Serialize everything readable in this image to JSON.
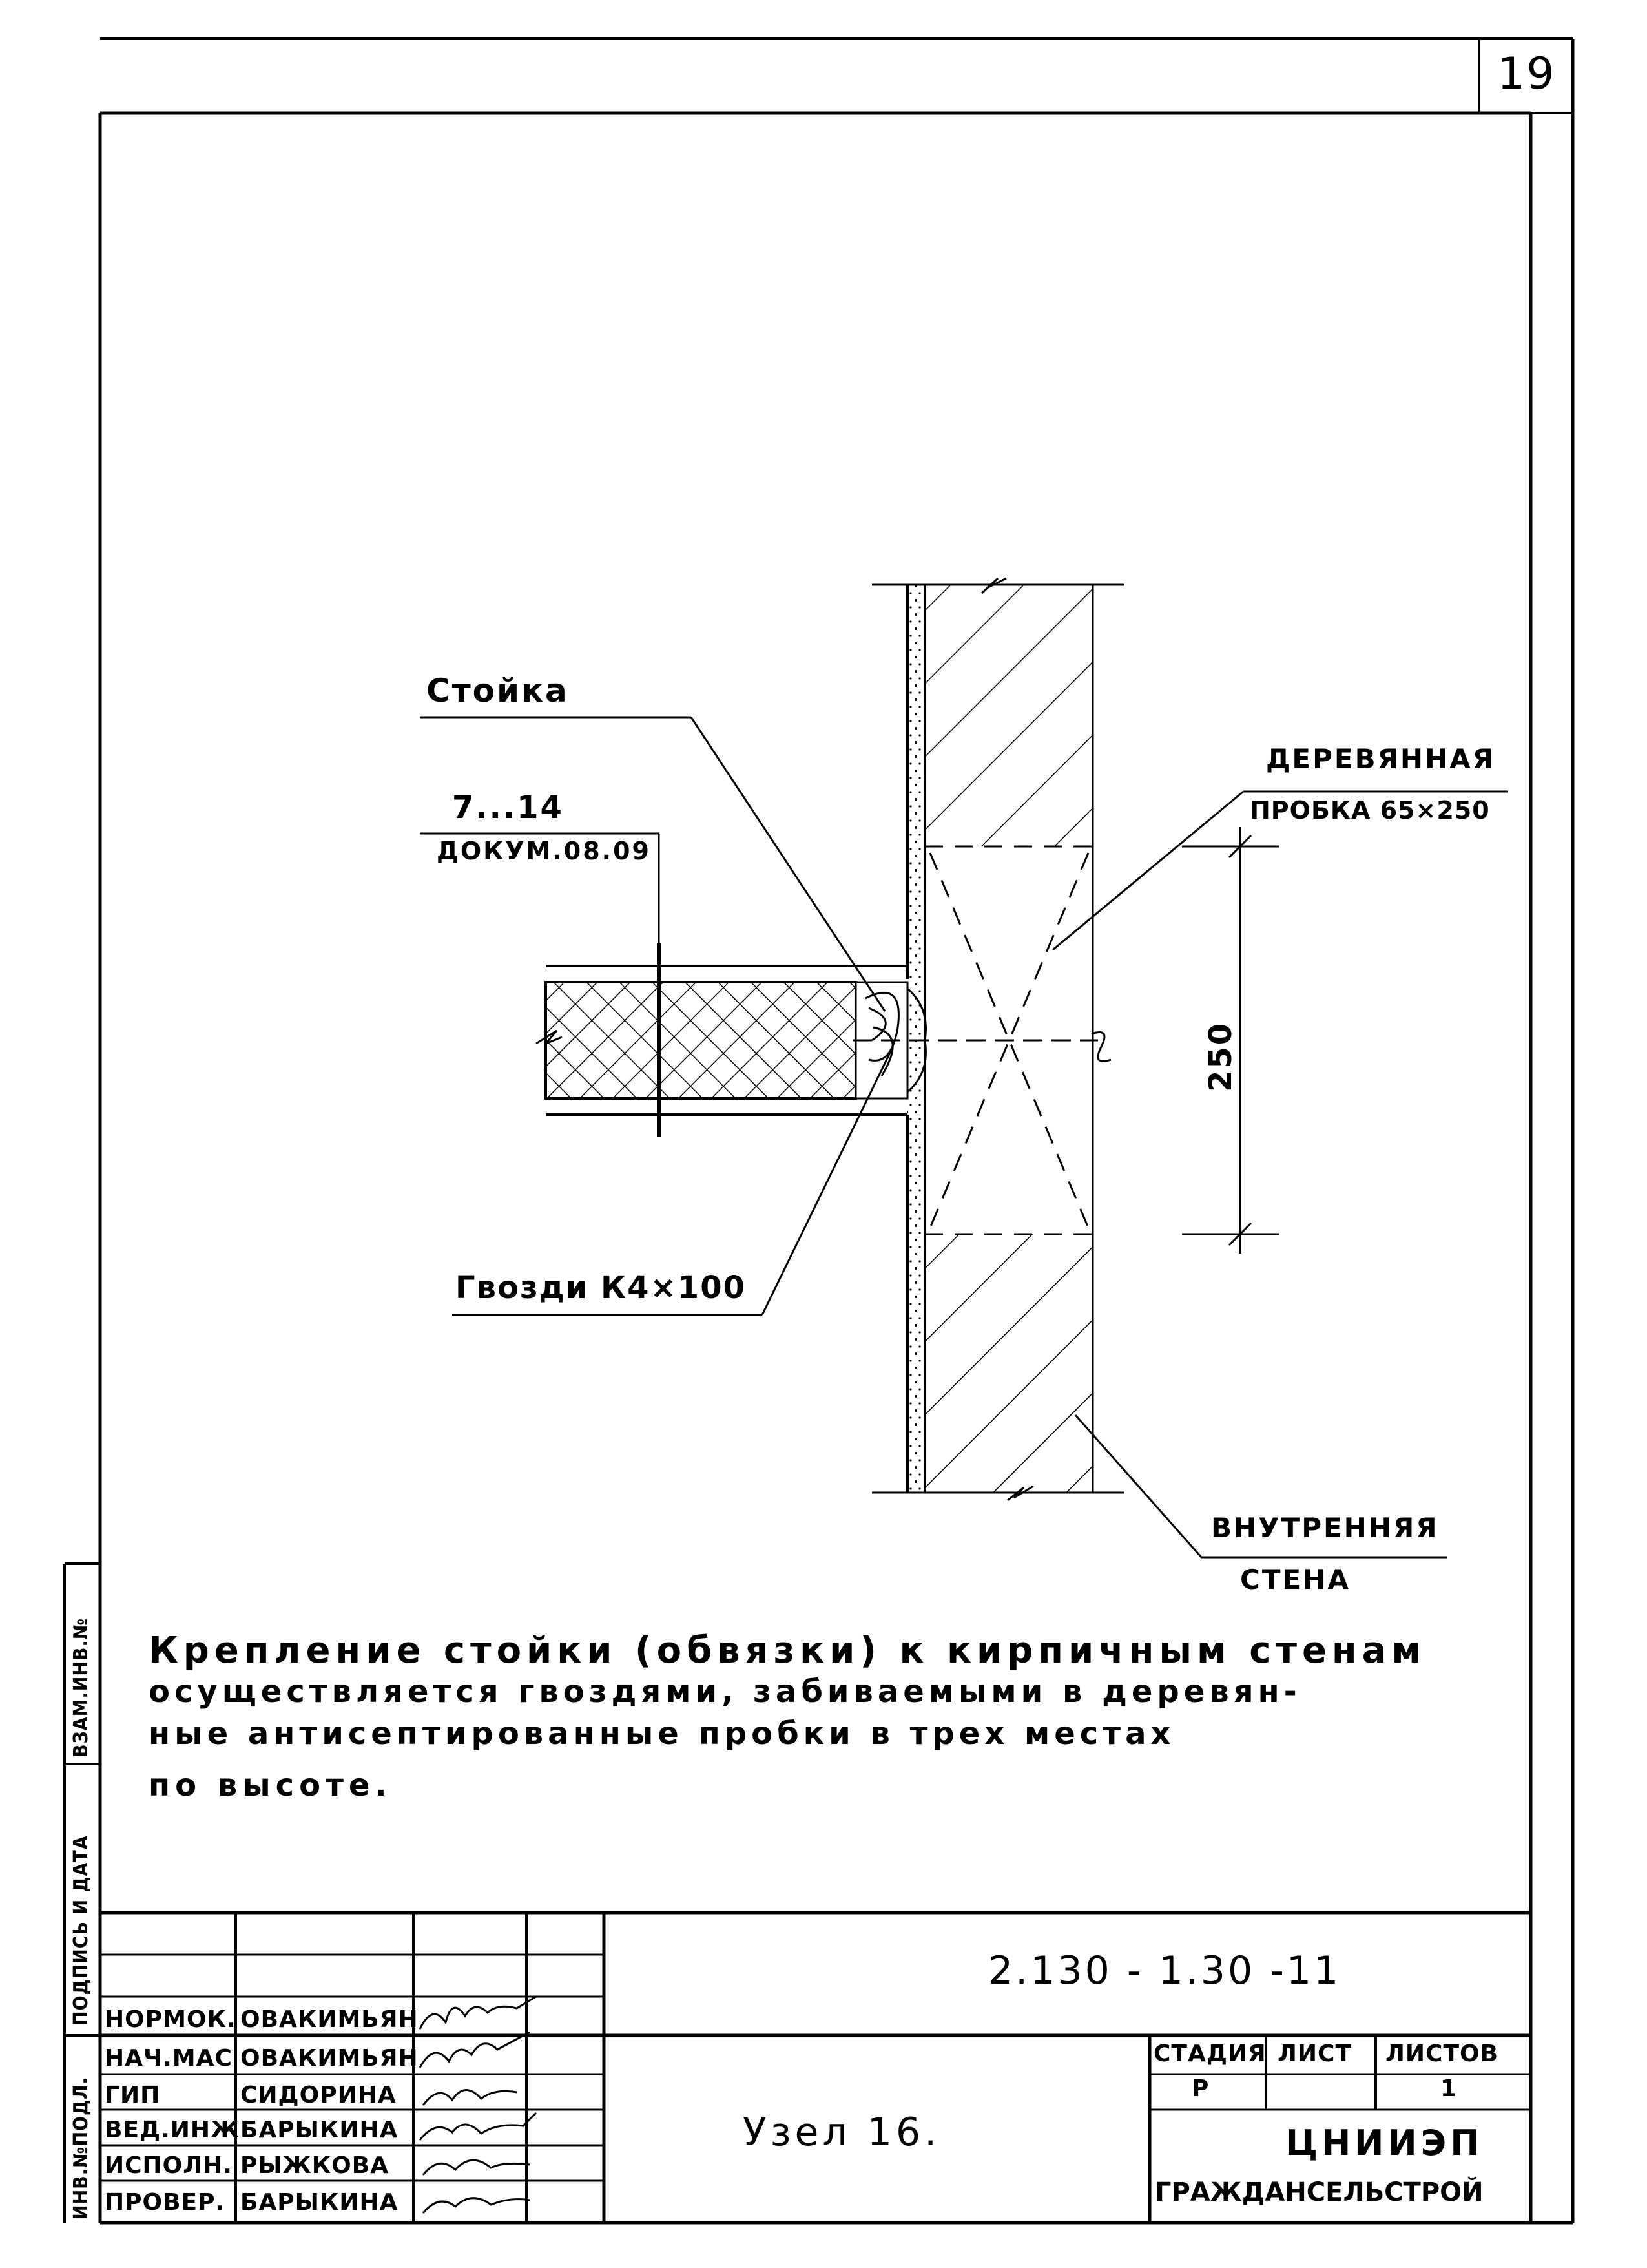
{
  "sheet": {
    "page_number": "19"
  },
  "drawing": {
    "labels": {
      "stoika": "Стойка",
      "doc_top": "7...14",
      "doc_bottom": "ДОКУМ.08.09",
      "plug_top": "ДЕРЕВЯННАЯ",
      "plug_bottom": "ПРОБКА 65×250",
      "nails": "Гвозди К4×100",
      "wall_top": "ВНУТРЕННЯЯ",
      "wall_bottom": "СТЕНА",
      "dimension": "250"
    }
  },
  "note": {
    "lines": [
      "Крепление стойки (обвязки) к кирпичным стенам",
      "осуществляется гвоздями, забиваемыми в деревян-",
      "ные антисептированные пробки в трех местах",
      "по высоте."
    ]
  },
  "side_stamp": {
    "inv_podl": "ИНВ.№ПОДЛ.",
    "podpis_data": "ПОДПИСЬ И ДАТА",
    "vzam_inv": "ВЗАМ.ИНВ.№"
  },
  "title_block": {
    "code": "2.130 - 1.30 -11",
    "title": "Узел 16.",
    "stage_header": "СТАДИЯ",
    "sheet_header": "ЛИСТ",
    "sheets_header": "ЛИСТОВ",
    "stage_value": "Р",
    "sheets_value": "1",
    "org_line1": "ЦНИИЭП",
    "org_line2": "ГРАЖДАНСЕЛЬСТРОЙ",
    "people": [
      {
        "role": "НОРМОК.",
        "name": "ОВАКИМЬЯН"
      },
      {
        "role": "НАЧ.МАС",
        "name": "ОВАКИМЬЯН"
      },
      {
        "role": "ГИП",
        "name": "СИДОРИНА"
      },
      {
        "role": "ВЕД.ИНЖ",
        "name": "БАРЫКИНА"
      },
      {
        "role": "ИСПОЛН.",
        "name": "РЫЖКОВА"
      },
      {
        "role": "ПРОВЕР.",
        "name": "БАРЫКИНА"
      }
    ]
  }
}
